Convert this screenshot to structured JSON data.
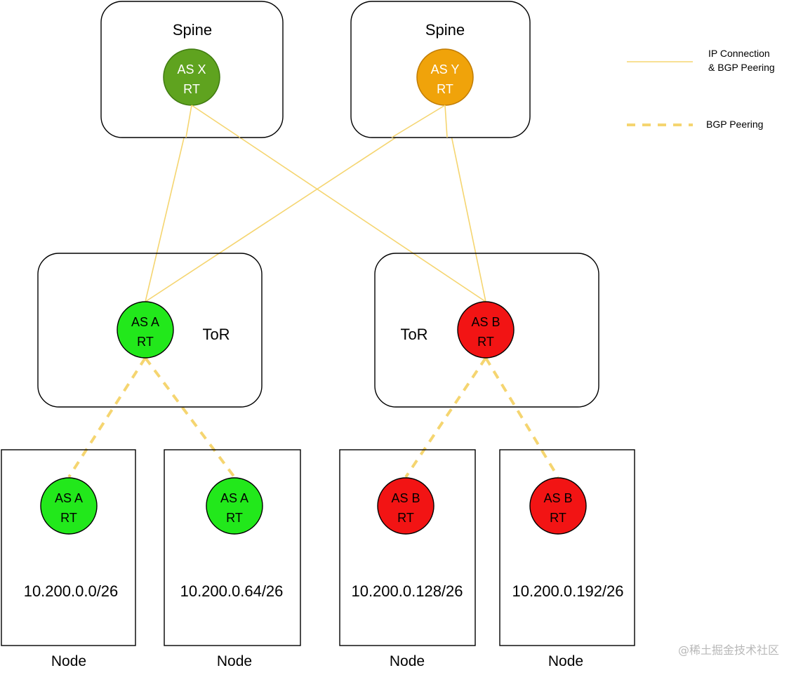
{
  "colors": {
    "link": "#f5d570",
    "border": "#000000",
    "green_dark": "#5fa31f",
    "orange": "#f0a30a",
    "green_bright": "#22e81b",
    "red": "#f21414",
    "watermark": "#b8b8b8"
  },
  "spines": [
    {
      "title": "Spine",
      "rt_line1": "AS X",
      "rt_line2": "RT",
      "color_role": "green_dark",
      "text_color": "#ffffff"
    },
    {
      "title": "Spine",
      "rt_line1": "AS Y",
      "rt_line2": "RT",
      "color_role": "orange",
      "text_color": "#ffffff"
    }
  ],
  "tors": [
    {
      "title": "ToR",
      "rt_line1": "AS A",
      "rt_line2": "RT",
      "color_role": "green_bright",
      "text_color": "#000000"
    },
    {
      "title": "ToR",
      "rt_line1": "AS B",
      "rt_line2": "RT",
      "color_role": "red",
      "text_color": "#000000"
    }
  ],
  "nodes": [
    {
      "title": "Node",
      "subnet": "10.200.0.0/26",
      "rt_line1": "AS A",
      "rt_line2": "RT",
      "color_role": "green_bright",
      "tor": 0
    },
    {
      "title": "Node",
      "subnet": "10.200.0.64/26",
      "rt_line1": "AS A",
      "rt_line2": "RT",
      "color_role": "green_bright",
      "tor": 0
    },
    {
      "title": "Node",
      "subnet": "10.200.0.128/26",
      "rt_line1": "AS B",
      "rt_line2": "RT",
      "color_role": "red",
      "tor": 1
    },
    {
      "title": "Node",
      "subnet": "10.200.0.192/26",
      "rt_line1": "AS B",
      "rt_line2": "RT",
      "color_role": "red",
      "tor": 1
    }
  ],
  "connections": {
    "ip_bgp": [
      {
        "from": "spine-as-x",
        "to": "tor-as-a"
      },
      {
        "from": "spine-as-x",
        "to": "tor-as-b"
      },
      {
        "from": "spine-as-y",
        "to": "tor-as-a"
      },
      {
        "from": "spine-as-y",
        "to": "tor-as-b"
      }
    ],
    "bgp_peering": [
      {
        "from": "tor-as-a",
        "to": "node-1"
      },
      {
        "from": "tor-as-a",
        "to": "node-2"
      },
      {
        "from": "tor-as-b",
        "to": "node-3"
      },
      {
        "from": "tor-as-b",
        "to": "node-4"
      }
    ]
  },
  "legend": {
    "solid_line1": "IP Connection",
    "solid_line2": "& BGP Peering",
    "dashed": "BGP Peering"
  },
  "watermark": "@稀土掘金技术社区"
}
